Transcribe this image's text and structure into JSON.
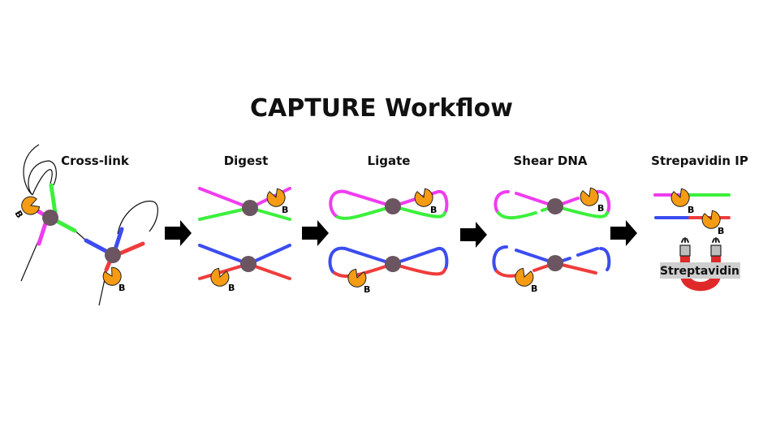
{
  "title": "CAPTURE Workflow",
  "steps": [
    {
      "label": "Cross-link"
    },
    {
      "label": "Digest"
    },
    {
      "label": "Ligate"
    },
    {
      "label": "Shear DNA"
    },
    {
      "label": "Strepavidin IP"
    }
  ],
  "biotin_label": "B",
  "streptavidin_label": "Streptavidin",
  "colors": {
    "magenta": "#f03cf0",
    "green": "#3cf03c",
    "blue": "#3c4cf0",
    "red": "#f03c3c",
    "protein": "#6b5560",
    "biotin": "#f59c14",
    "magnet_red": "#e02a2a",
    "magnet_gray": "#bdbdbd"
  }
}
